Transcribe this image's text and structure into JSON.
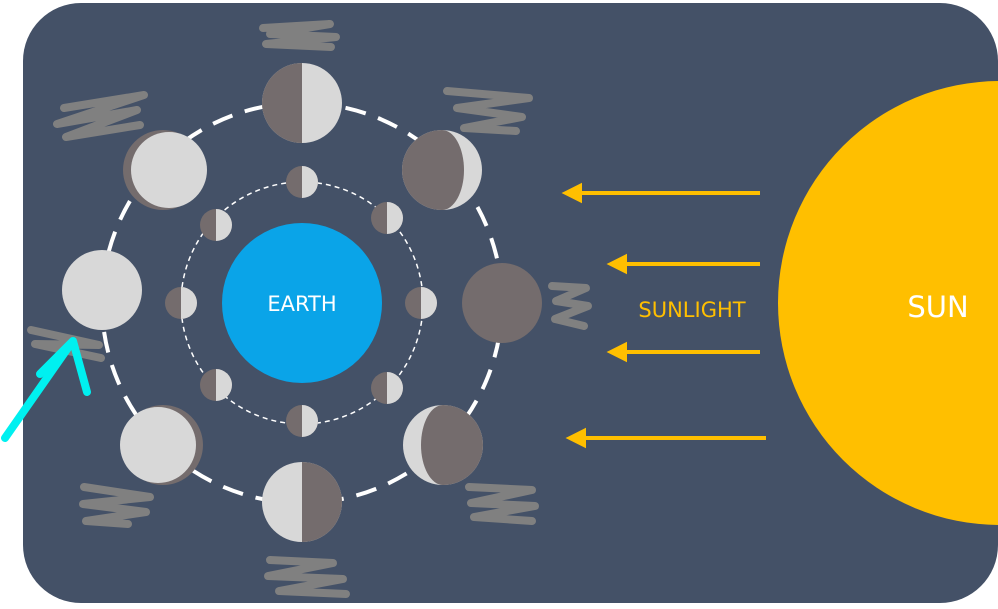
{
  "labels": {
    "earth": "EARTH",
    "sunlight": "SUNLIGHT",
    "sun": "SUN"
  },
  "colors": {
    "background": "#445167",
    "earth": "#0aa4e8",
    "sun": "#ffbf00",
    "moon_light": "#d8d8d8",
    "moon_dark": "#746c6d",
    "arrow": "#ffbf00",
    "orbit": "#ffffff",
    "scribble": "#808080",
    "annotation_arrow": "#00f0f0"
  },
  "icons": {
    "annotation": "cyan-pointer-arrow-icon",
    "redactions": "gray-scribble-redaction-icon"
  }
}
